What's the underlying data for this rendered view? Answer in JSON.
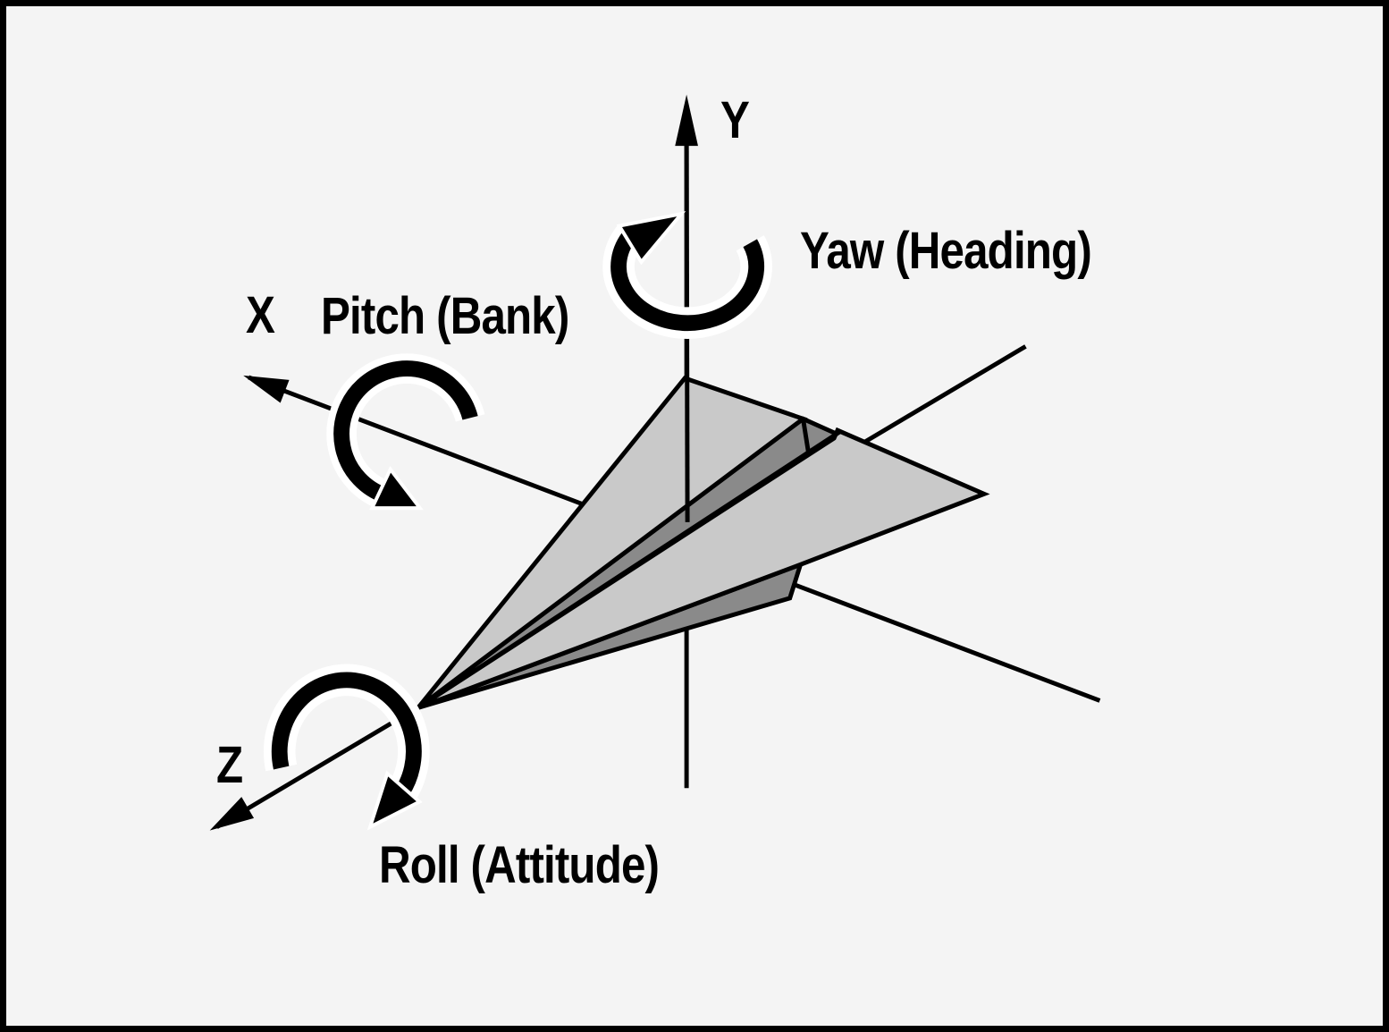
{
  "figure": {
    "axes": {
      "y": {
        "label": "Y"
      },
      "x": {
        "label": "X"
      },
      "z": {
        "label": "Z"
      }
    },
    "rotations": {
      "yaw": {
        "label": "Yaw (Heading)",
        "about_axis": "Y"
      },
      "pitch": {
        "label": "Pitch (Bank)",
        "about_axis": "X"
      },
      "roll": {
        "label": "Roll (Attitude)",
        "about_axis": "Z"
      }
    },
    "colors": {
      "background": "#f4f4f4",
      "outline": "#000000",
      "surface_light": "#c9c9c9",
      "surface_dark": "#8a8a8a",
      "casing": "#ffffff"
    }
  }
}
